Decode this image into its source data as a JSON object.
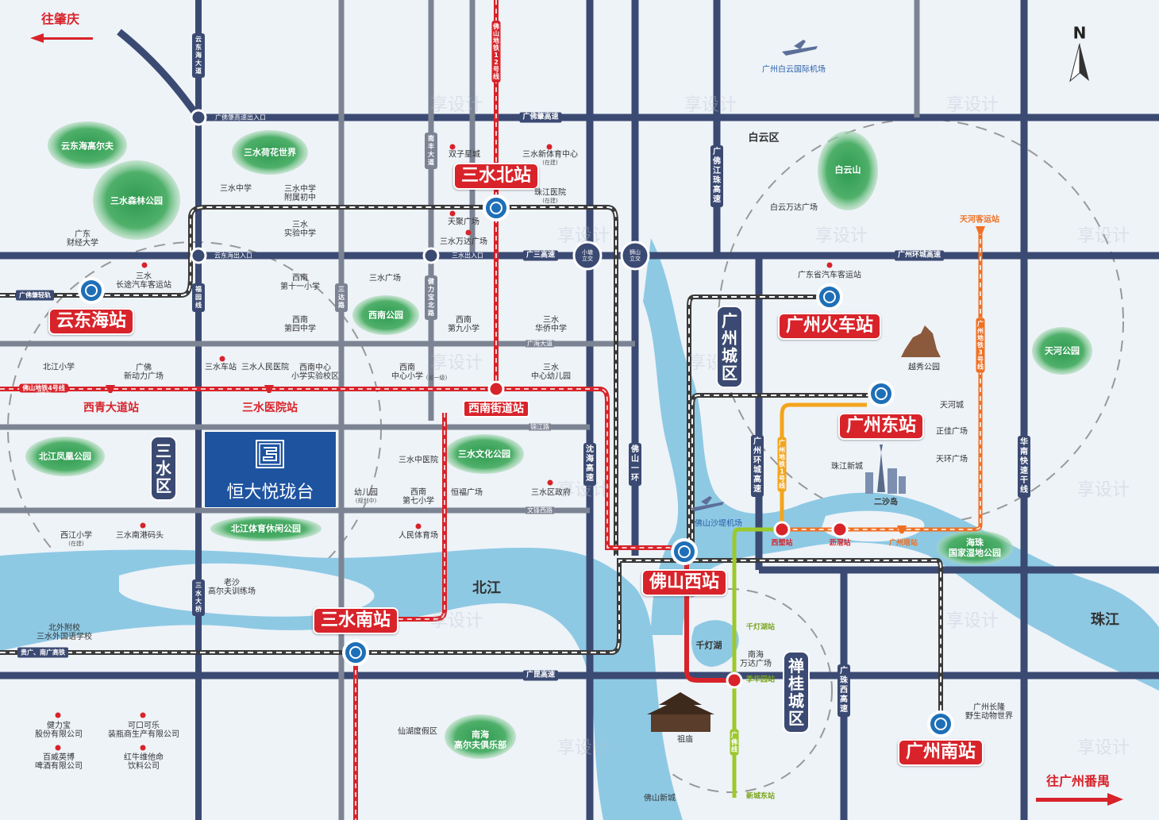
{
  "directions": {
    "to_zhaoqing": "往肇庆",
    "to_panyu": "往广州番禺",
    "north": "N"
  },
  "districts": [
    {
      "id": "sanshui",
      "label": "三水区"
    },
    {
      "id": "guangzhou",
      "label": "广州城区"
    },
    {
      "id": "chancheng",
      "label": "禅桂城区"
    }
  ],
  "areas": {
    "baiyun": "白云区"
  },
  "rivers": {
    "beijiang": "北江",
    "zhujiang": "珠江"
  },
  "project": {
    "name": "恒大悦珑台"
  },
  "parks": {
    "yundonghai_golf": "云东海高尔夫",
    "sanshui_forest": "三水森林公园",
    "sanshui_lotus": "三水荷花世界",
    "xinan_park": "西南公园",
    "beijiang_fenghuang": "北江凤凰公园",
    "sanshui_culture": "三水文化公园",
    "beijiang_sports": "北江体育休闲公园",
    "baiyunshan": "白云山",
    "tianhe_park": "天河公园",
    "haizhu_wetland": "海珠\n国家湿地公园",
    "qiandenghu": "千灯湖",
    "nanhai_golf": "南海\n高尔夫俱乐部"
  },
  "stations_big": {
    "sanshui_north": "三水北站",
    "yundonghai": "云东海站",
    "guangzhou": "广州火车站",
    "guangzhou_east": "广州东站",
    "foshan_west": "佛山西站",
    "sanshui_south": "三水南站",
    "guangzhou_south": "广州南站"
  },
  "metro_stations": {
    "xiqing": "西青大道站",
    "sanshui_hospital": "三水医院站",
    "xinan_street": "西南街道站",
    "tianhe_coach": "天河客运站",
    "xilang": "西塱站",
    "lijiao": "沥滘站",
    "canton_tower": "广州塔站",
    "qiandenghu": "千灯湖站",
    "jihuayuan": "季华园站",
    "xincheng_east": "新城东站"
  },
  "roads": {
    "gfz_expressway": "广佛肇高速",
    "gs_expressway": "广三高速",
    "gz_ring": "广州环城高速",
    "gk_expressway": "广昆高速",
    "gfz_light_rail": "广佛肇轻轨",
    "gui_guang": "贵广、南广高铁",
    "gfz_exit": "广佛肇高速出入口",
    "ydh_exit": "云东海出入口",
    "sanshui_exit": "三水出入口",
    "guanghai": "广海大道",
    "jinjiang": "锦江路",
    "wenfeng": "文锋西路",
    "yundonghai_ave": "云东海大道",
    "nanfeng_ave": "南丰大道",
    "fuyuan": "福园线",
    "sanda": "三达路",
    "jianlibao_north": "健力宝北路",
    "shenhai": "沈海高速",
    "foshan_first_ring": "佛山一环",
    "gf_river_pearl": "广佛江珠高速",
    "gz_ring_v": "广州环城高速",
    "huanan": "华南快速干线",
    "guangzhu_west": "广珠西高速",
    "sanshui_bridge": "三水大桥",
    "xiaotang": "小塘立交",
    "shishan": "狮山立交",
    "metro12": "佛山地铁12号线",
    "metro4": "佛山地铁4号线",
    "metro4_note": "(规划中)",
    "metro12_note": "(规划中)",
    "gz_metro1": "广州地铁1号线",
    "gz_metro3": "广州地铁3号线",
    "guangfo": "广佛线"
  },
  "pois": [
    {
      "id": "shuangzi",
      "label": "双子星城"
    },
    {
      "id": "sanshui_sports",
      "label": "三水新体育中心",
      "note": "(在建)"
    },
    {
      "id": "sanshui_middle",
      "label": "三水中学"
    },
    {
      "id": "sanshui_middle_jr",
      "label": "三水中学\n附属初中"
    },
    {
      "id": "zhujiang_hosp",
      "label": "珠江医院",
      "note": "(在建)"
    },
    {
      "id": "tianju",
      "label": "天聚广场"
    },
    {
      "id": "wanda_ss",
      "label": "三水万达广场"
    },
    {
      "id": "ss_exp",
      "label": "三水\n实验中学"
    },
    {
      "id": "gd_finance",
      "label": "广东\n财经大学"
    },
    {
      "id": "ss_coach",
      "label": "三水\n长途汽车客运站"
    },
    {
      "id": "xinan11",
      "label": "西南\n第十一小学"
    },
    {
      "id": "ss_plaza",
      "label": "三水广场"
    },
    {
      "id": "xinan4",
      "label": "西南\n第四中学"
    },
    {
      "id": "xinan9",
      "label": "西南\n第九小学"
    },
    {
      "id": "huaqiao",
      "label": "三水\n华侨中学"
    },
    {
      "id": "beijiang_pri",
      "label": "北江小学"
    },
    {
      "id": "guangfo_xin",
      "label": "广佛\n新动力广场"
    },
    {
      "id": "ss_station",
      "label": "三水车站"
    },
    {
      "id": "ss_people_hosp",
      "label": "三水人民医院"
    },
    {
      "id": "xinan_center",
      "label": "西南中心\n小学实验校区"
    },
    {
      "id": "xinan_center_pri",
      "label": "西南\n中心小学",
      "note": "(省一级)"
    },
    {
      "id": "ss_kinder",
      "label": "三水\n中心幼儿园"
    },
    {
      "id": "ss_tcm",
      "label": "三水中医院"
    },
    {
      "id": "kindergarten",
      "label": "幼儿园",
      "note": "(规划中)"
    },
    {
      "id": "xinan7",
      "label": "西南\n第七小学"
    },
    {
      "id": "hengfu",
      "label": "恒福广场"
    },
    {
      "id": "ss_gov",
      "label": "三水区政府"
    },
    {
      "id": "xijiang_pri",
      "label": "西江小学",
      "note": "(在建)"
    },
    {
      "id": "ss_port",
      "label": "三水南港码头"
    },
    {
      "id": "people_stadium",
      "label": "人民体育场"
    },
    {
      "id": "laosha_golf",
      "label": "老沙\n高尔夫训练场"
    },
    {
      "id": "beiwai",
      "label": "北外附校\n三水外国语学校"
    },
    {
      "id": "jianlibao",
      "label": "健力宝\n股份有限公司"
    },
    {
      "id": "coke",
      "label": "可口可乐\n装瓶商生产有限公司"
    },
    {
      "id": "budweiser",
      "label": "百威英博\n啤酒有限公司"
    },
    {
      "id": "redbull",
      "label": "红牛维他命\n饮料公司"
    },
    {
      "id": "xianhu",
      "label": "仙湖度假区"
    },
    {
      "id": "baiyun_airport",
      "label": "广州白云国际机场"
    },
    {
      "id": "baiyun_wanda",
      "label": "白云万达广场"
    },
    {
      "id": "gd_coach",
      "label": "广东省汽车客运站"
    },
    {
      "id": "yuexiu",
      "label": "越秀公园"
    },
    {
      "id": "tianhe_city",
      "label": "天河城"
    },
    {
      "id": "zhengjia",
      "label": "正佳广场"
    },
    {
      "id": "tianhuan",
      "label": "天环广场"
    },
    {
      "id": "zhujiang_new",
      "label": "珠江新城"
    },
    {
      "id": "ershadao",
      "label": "二沙岛"
    },
    {
      "id": "foshan_airport",
      "label": "佛山沙堤机场"
    },
    {
      "id": "wanda_nh",
      "label": "南海\n万达广场"
    },
    {
      "id": "zumiao",
      "label": "祖庙"
    },
    {
      "id": "foshan_xincheng",
      "label": "佛山新城"
    },
    {
      "id": "chimelong",
      "label": "广州长隆\n野生动物世界"
    }
  ],
  "colors": {
    "road": "#3b4a72",
    "metro_red": "#d8232a",
    "gz1": "#f4a51c",
    "gz3": "#f07022",
    "guangfo": "#9cc92b",
    "river": "#8ec9e4",
    "park": "#2f9a51"
  },
  "watermark": "享设计"
}
